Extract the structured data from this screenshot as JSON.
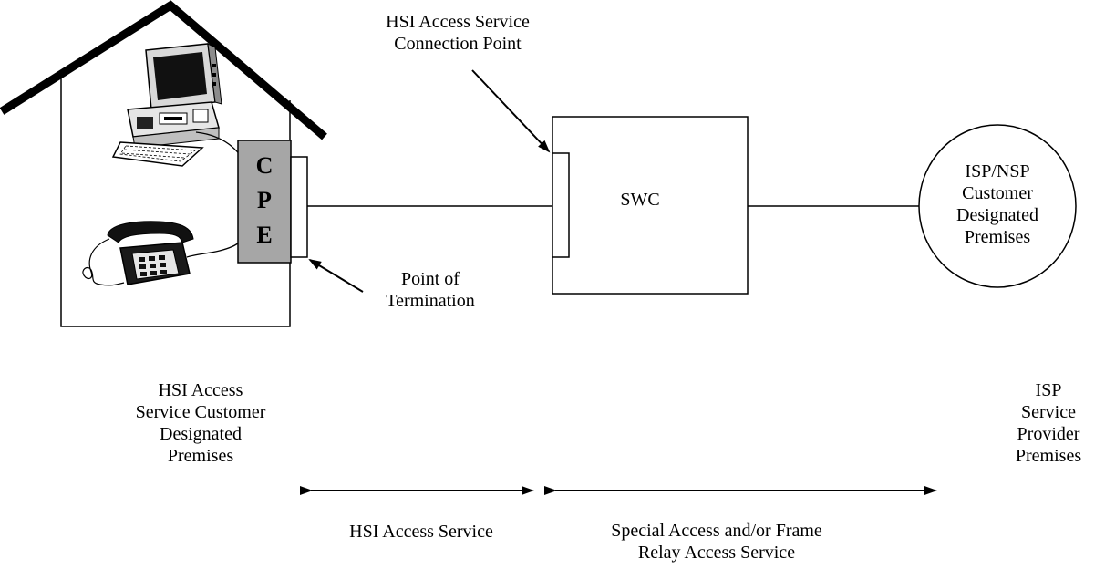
{
  "colors": {
    "stroke": "#000000",
    "cpe_fill": "#a6a6a6",
    "background": "#ffffff"
  },
  "icons": [
    "house-icon",
    "computer-icon",
    "telephone-icon"
  ],
  "cpe": {
    "letters": [
      "C",
      "P",
      "E"
    ]
  },
  "swc": {
    "label": "SWC"
  },
  "isp_nsp_circle": {
    "lines": [
      "ISP/NSP",
      "Customer",
      "Designated",
      "Premises"
    ]
  },
  "connection_point": {
    "lines": [
      "HSI Access Service",
      "Connection Point"
    ]
  },
  "termination": {
    "lines": [
      "Point of",
      "Termination"
    ]
  },
  "customer_premises": {
    "lines": [
      "HSI Access",
      "Service Customer",
      "Designated",
      "Premises"
    ]
  },
  "provider_premises": {
    "lines": [
      "ISP",
      "Service",
      "Provider",
      "Premises"
    ]
  },
  "hsi_span": {
    "label": "HSI Access Service"
  },
  "special_span": {
    "lines": [
      "Special Access and/or Frame",
      "Relay Access Service"
    ]
  }
}
